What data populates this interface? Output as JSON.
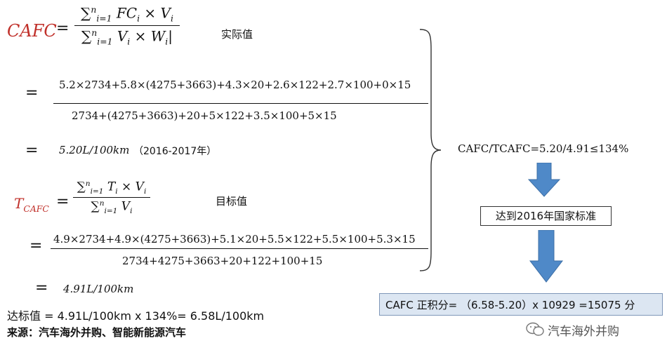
{
  "formula_actual": {
    "lhs": "CAFC",
    "label": "实际值",
    "expanded_numerator": "5.2×2734+5.8×(4275+3663)+4.3×20+2.6×122+2.7×100+0×15",
    "expanded_denominator": "2734+(4275+3663)+20+5×122+3.5×100+5×15",
    "result_value": "5.20L/100km",
    "result_period": "（2016-2017年）"
  },
  "formula_target": {
    "label": "目标值",
    "expanded_numerator": "4.9×2734+4.9×(4275+3663)+5.1×20+5.5×122+5.5×100+5.3×15",
    "expanded_denominator": "2734+4275+3663+20+122+100+15",
    "result_value": "4.91L/100km"
  },
  "equals_sign": "=",
  "ratio_text": "CAFC/TCAFC=5.20/4.91≤134%",
  "standard_box": "达到2016年国家标准",
  "points_box": "CAFC 正积分= （6.58-5.20）x 10929 =15075 分",
  "target_line": "达标值 = 4.91L/100km x 134%= 6.58L/100km",
  "source_line": "来源：汽车海外并购、智能新能源汽车",
  "watermark": "汽车海外并购",
  "colors": {
    "red": "#c0302a",
    "arrow_blue": "#4f89c8",
    "box_blue": "#dce6f2"
  }
}
